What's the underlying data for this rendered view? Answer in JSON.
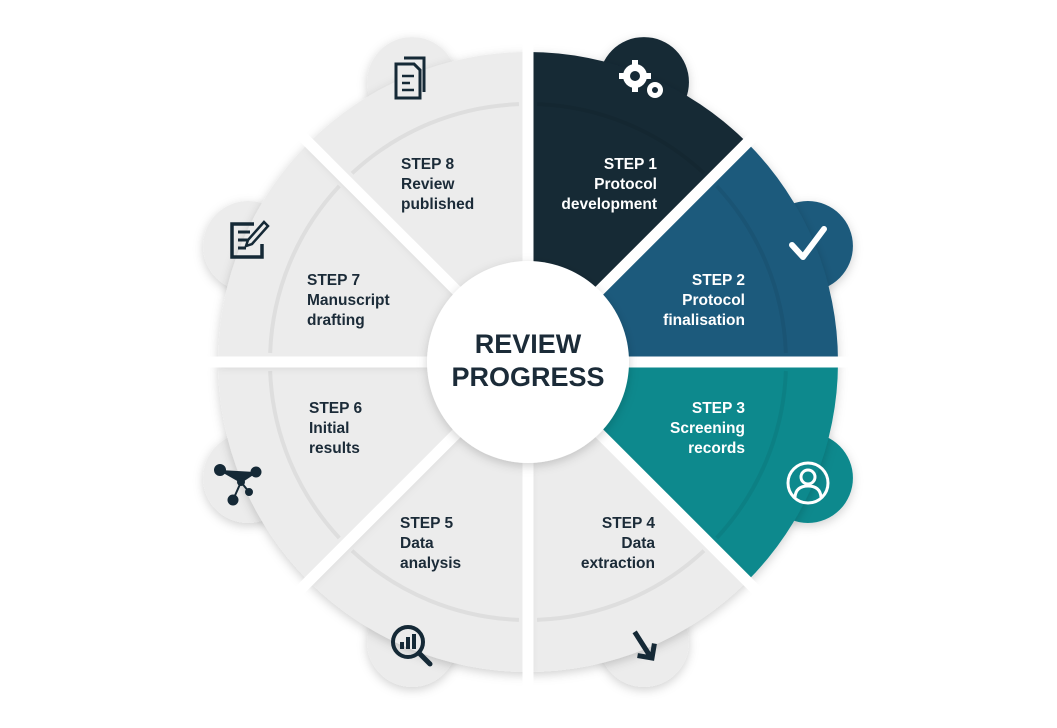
{
  "title": {
    "line1": "REVIEW",
    "line2": "PROGRESS"
  },
  "colors": {
    "step1": "#152936",
    "step2": "#1d5a7b",
    "step3": "#0a898d",
    "inactive": "#ececec",
    "text_dark": "#1b2b38"
  },
  "steps": [
    {
      "step": "STEP 1",
      "line1": "Protocol",
      "line2": "development",
      "icon": "gears-icon",
      "active": true
    },
    {
      "step": "STEP 2",
      "line1": "Protocol",
      "line2": "finalisation",
      "icon": "checkmark-icon",
      "active": true
    },
    {
      "step": "STEP 3",
      "line1": "Screening",
      "line2": "records",
      "icon": "user-circle-icon",
      "active": true
    },
    {
      "step": "STEP 4",
      "line1": "Data",
      "line2": "extraction",
      "icon": "arrow-down-right-icon",
      "active": false
    },
    {
      "step": "STEP 5",
      "line1": "Data",
      "line2": "analysis",
      "icon": "magnifier-chart-icon",
      "active": false
    },
    {
      "step": "STEP 6",
      "line1": "Initial",
      "line2": "results",
      "icon": "network-nodes-icon",
      "active": false
    },
    {
      "step": "STEP 7",
      "line1": "Manuscript",
      "line2": "drafting",
      "icon": "edit-document-icon",
      "active": false
    },
    {
      "step": "STEP 8",
      "line1": "Review",
      "line2": "published",
      "icon": "documents-icon",
      "active": false
    }
  ]
}
